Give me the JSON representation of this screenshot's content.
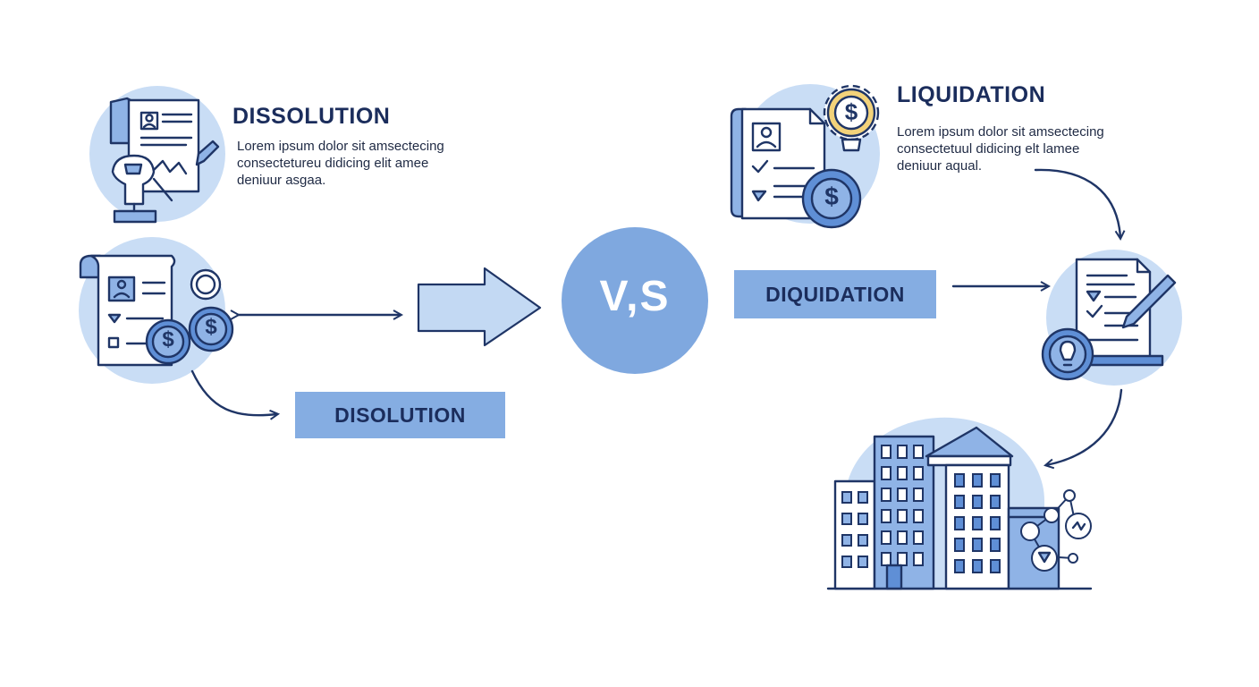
{
  "left": {
    "heading": "DISSOLUTION",
    "description": [
      "Lorem ipsum dolor sit amsectecing",
      "consectetureu didicing elit amee",
      "deniuur asgaa."
    ],
    "box_label": "DISOLUTION"
  },
  "center": {
    "vs_label": "V,S"
  },
  "right": {
    "heading": "LIQUIDATION",
    "description": [
      "Lorem ipsum dolor sit amsectecing",
      "consectetuul didicing elt lamee",
      "deniuur aqual."
    ],
    "box_label": "DIQUIDATION"
  },
  "icons": {
    "currency_symbol": "$",
    "documents": [
      "document-stamp-icon",
      "document-coins-icon",
      "document-gear-icon",
      "document-pen-icon"
    ],
    "buildings": "office-buildings-icon"
  },
  "colors": {
    "accent_light": "#c9ddf5",
    "accent": "#85ade2",
    "accent_dark": "#5f8fd6",
    "ink": "#1b2d5c"
  }
}
